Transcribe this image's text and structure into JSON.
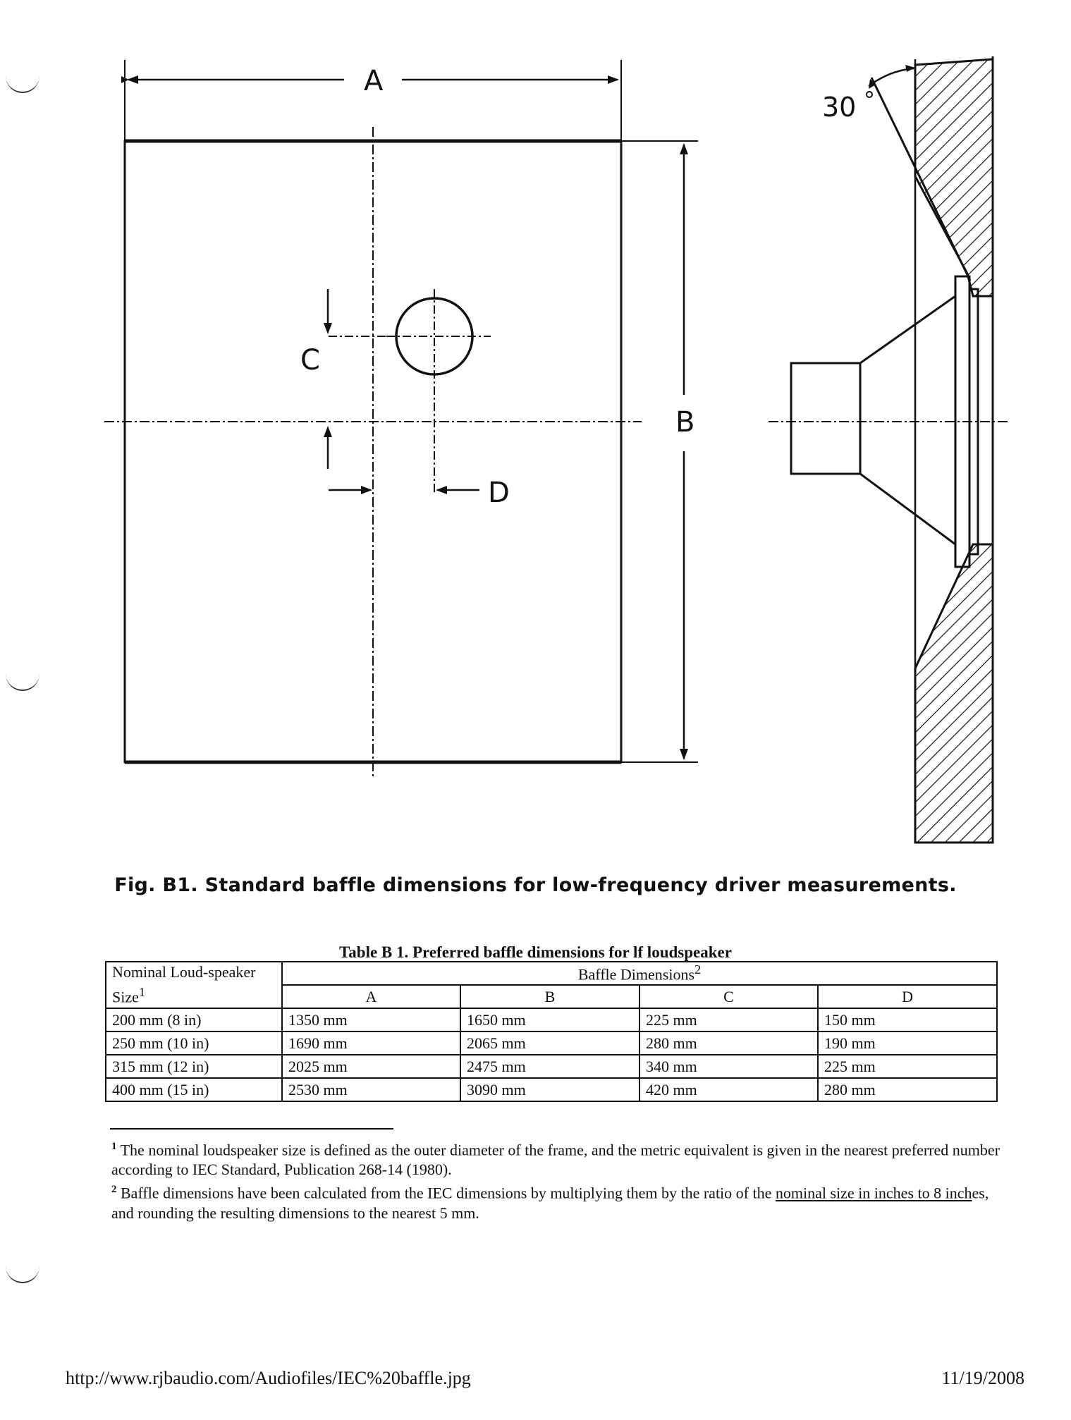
{
  "figure": {
    "labels": {
      "a": "A",
      "b": "B",
      "c": "C",
      "d": "D",
      "angle": "30"
    },
    "caption": "Fig. B1. Standard baffle dimensions for low-frequency driver measurements."
  },
  "table": {
    "title": "Table B 1. Preferred baffle dimensions for lf loudspeaker",
    "size_header": "Nominal Loud-speaker Size",
    "size_header_note": "1",
    "dims_header": "Baffle Dimensions",
    "dims_header_note": "2",
    "columns": [
      "A",
      "B",
      "C",
      "D"
    ],
    "rows": [
      [
        "200 mm (8 in)",
        "1350 mm",
        "1650 mm",
        "225 mm",
        "150 mm"
      ],
      [
        "250 mm (10 in)",
        "1690 mm",
        "2065 mm",
        "280 mm",
        "190 mm"
      ],
      [
        "315 mm (12 in)",
        "2025 mm",
        "2475 mm",
        "340 mm",
        "225 mm"
      ],
      [
        "400 mm (15 in)",
        "2530 mm",
        "3090 mm",
        "420 mm",
        "280 mm"
      ]
    ]
  },
  "footnotes": [
    {
      "mark": "1",
      "text": "The nominal loudspeaker size is defined as the outer diameter of the frame, and the metric equivalent is given in the nearest preferred number according to IEC Standard, Publication 268-14 (1980)."
    },
    {
      "mark": "2",
      "text_pre": "Baffle dimensions have been calculated from the IEC dimensions by multiplying them by the ratio of the ",
      "text_underlined": "nominal size in inches to 8 inch",
      "text_post": "es, and rounding the resulting dimensions to the nearest 5 mm."
    }
  ],
  "footer": {
    "url": "http://www.rjbaudio.com/Audiofiles/IEC%20baffle.jpg",
    "date": "11/19/2008"
  }
}
